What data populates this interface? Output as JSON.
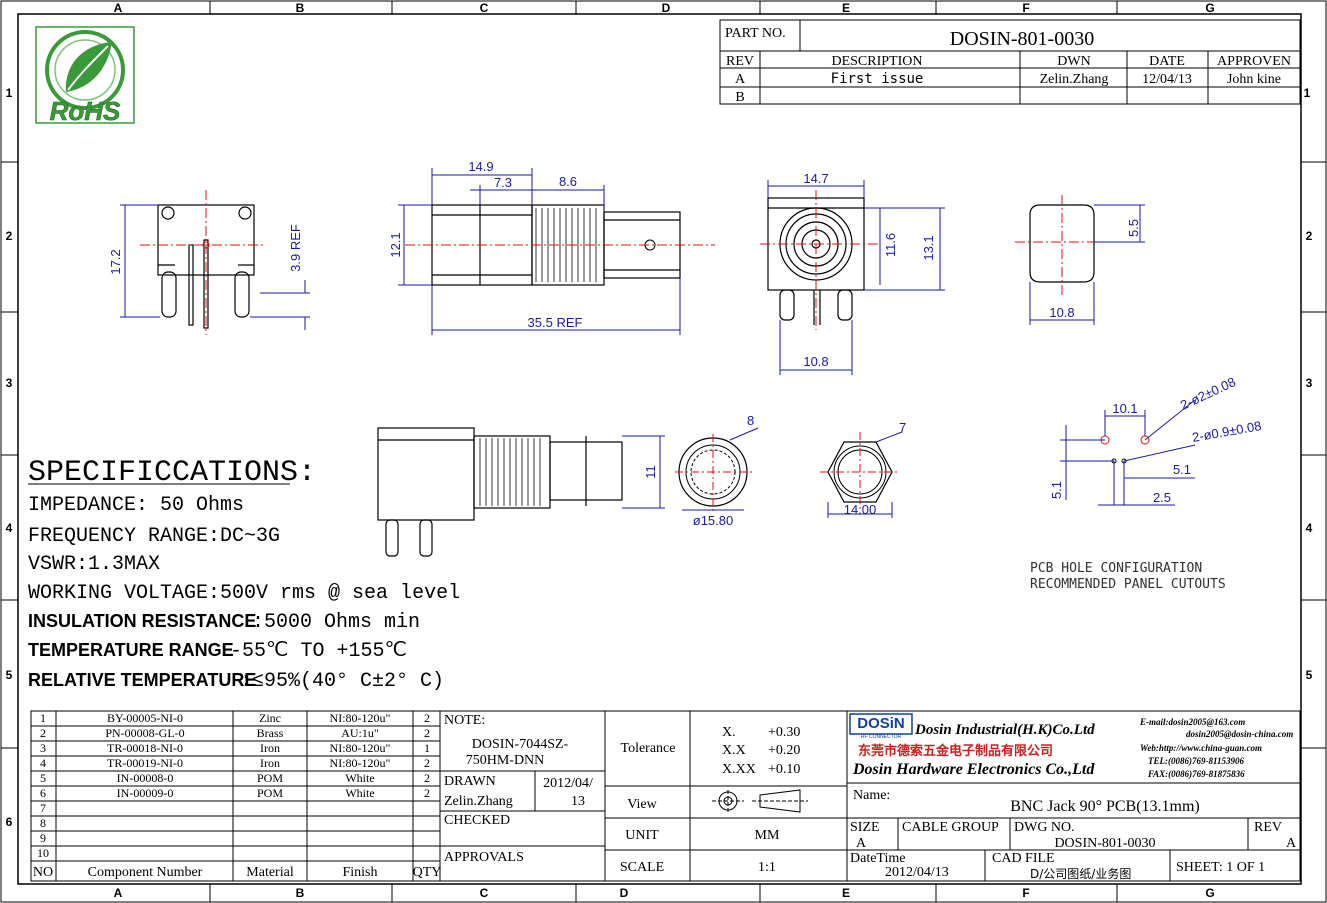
{
  "border": {
    "columns": [
      "A",
      "B",
      "C",
      "D",
      "E",
      "F",
      "G"
    ],
    "rows": [
      "1",
      "2",
      "3",
      "4",
      "5",
      "6"
    ]
  },
  "logo": {
    "text": "RoHS"
  },
  "title_block_top": {
    "part_no_label": "PART NO.",
    "part_no": "DOSIN-801-0030",
    "headers": [
      "REV",
      "DESCRIPTION",
      "DWN",
      "DATE",
      "APPROVEN"
    ],
    "rows": [
      {
        "rev": "A",
        "description": "First issue",
        "dwn": "Zelin.Zhang",
        "date": "12/04/13",
        "approven": "John kine"
      },
      {
        "rev": "B",
        "description": "",
        "dwn": "",
        "date": "",
        "approven": ""
      }
    ]
  },
  "dimensions": {
    "side_height": "17.2",
    "side_ref": "3.9 REF",
    "top_14_9": "14.9",
    "top_7_3": "7.3",
    "top_8_6": "8.6",
    "top_12_1": "12.1",
    "top_35_5": "35.5 REF",
    "front_14_7": "14.7",
    "front_11_6": "11.6",
    "front_13_1": "13.1",
    "front_10_8": "10.8",
    "cut_5_5": "5.5",
    "cut_10_8": "10.8",
    "part8": "8",
    "part7": "7",
    "dim11": "11",
    "d15_80": "ø15.80",
    "d14_00": "14.00",
    "pcb_10_1": "10.1",
    "pcb_hole1": "2-ø2±0.08",
    "pcb_hole2": "2-ø0.9±0.08",
    "pcb_5_1a": "5.1",
    "pcb_5_1b": "5.1",
    "pcb_2_5": "2.5"
  },
  "pcb_note": {
    "line1": "PCB HOLE CONFIGURATION",
    "line2": "RECOMMENDED PANEL CUTOUTS"
  },
  "specs": {
    "title": "SPECIFICCATIONS:",
    "impedance": "IMPEDANCE: 50 Ohms",
    "frequency": "FREQUENCY RANGE:DC~3G",
    "vswr": "VSWR:1.3MAX",
    "voltage": "WORKING VOLTAGE:500V rms @ sea level",
    "insulation_label": "INSULATION RESISTANCE",
    "insulation_value": ":5000 Ohms min",
    "temperature_label": "TEMPERATURE RANGE",
    "temperature_value": ":-55℃ TO +155℃",
    "relative_label": "RELATIVE TEMPERATURE",
    "relative_value": ":≤95%(40° C±2° C)"
  },
  "bom": {
    "footer": [
      "NO",
      "Component Number",
      "Material",
      "Finish",
      "QTY"
    ],
    "rows": [
      {
        "no": "1",
        "component": "BY-00005-NI-0",
        "material": "Zinc",
        "finish": "NI:80-120u\"",
        "qty": "2"
      },
      {
        "no": "2",
        "component": "PN-00008-GL-0",
        "material": "Brass",
        "finish": "AU:1u\"",
        "qty": "2"
      },
      {
        "no": "3",
        "component": "TR-00018-NI-0",
        "material": "Iron",
        "finish": "NI:80-120u\"",
        "qty": "1"
      },
      {
        "no": "4",
        "component": "TR-00019-NI-0",
        "material": "Iron",
        "finish": "NI:80-120u\"",
        "qty": "2"
      },
      {
        "no": "5",
        "component": "IN-00008-0",
        "material": "POM",
        "finish": "White",
        "qty": "2"
      },
      {
        "no": "6",
        "component": "IN-00009-0",
        "material": "POM",
        "finish": "White",
        "qty": "2"
      },
      {
        "no": "7",
        "component": "",
        "material": "",
        "finish": "",
        "qty": ""
      },
      {
        "no": "8",
        "component": "",
        "material": "",
        "finish": "",
        "qty": ""
      },
      {
        "no": "9",
        "component": "",
        "material": "",
        "finish": "",
        "qty": ""
      },
      {
        "no": "10",
        "component": "",
        "material": "",
        "finish": "",
        "qty": ""
      }
    ]
  },
  "note_block": {
    "note_label": "NOTE:",
    "note_line1": "DOSIN-7044SZ-",
    "note_line2": "750HM-DNN",
    "drawn_label": "DRAWN",
    "drawn_name": "Zelin.Zhang",
    "drawn_date1": "2012/04/",
    "drawn_date2": "13",
    "checked_label": "CHECKED",
    "approvals_label": "APPROVALS"
  },
  "tolerance": {
    "label": "Tolerance",
    "x": "X.",
    "x_val": "+0.30",
    "xx": "X.X",
    "xx_val": "+0.20",
    "xxx": "X.XX",
    "xxx_val": "+0.10",
    "view": "View",
    "unit_label": "UNIT",
    "unit_value": "MM",
    "scale_label": "SCALE",
    "scale_value": "1:1"
  },
  "company": {
    "logo": "DOSiN",
    "logo_sub": "RF CONNECTOR",
    "name_hk": "Dosin Industrial(H.K)Co.Ltd",
    "name_cn": "东莞市德索五金电子制品有限公司",
    "name_hw": "Dosin Hardware Electronics  Co.,Ltd",
    "email1": "E-mail:dosin2005@163.com",
    "email2": "dosin2005@dosin-china.com",
    "web": "Web:http://www.china-guan.com",
    "tel": "TEL:(0086)769-81153906",
    "fax": "FAX:(0086)769-81875836",
    "name_label": "Name:",
    "name_value": "BNC  Jack 90° PCB(13.1mm)",
    "size_label": "SIZE",
    "size_value": "A",
    "cable_label": "CABLE GROUP",
    "dwg_label": "DWG NO.",
    "dwg_value": "DOSIN-801-0030",
    "rev_label": "REV",
    "rev_value": "A",
    "datetime_label": "DateTime",
    "datetime_value": "2012/04/13",
    "cad_label": "CAD FILE",
    "cad_value": "D/公司图纸/业务图",
    "sheet": "SHEET: 1 OF 1"
  },
  "colors": {
    "dimension": "#1a1aa8",
    "centerline": "#e01010",
    "logo_green": "#3a9a3a",
    "dosin_blue": "#1040a0",
    "cn_red": "#cc2020"
  }
}
